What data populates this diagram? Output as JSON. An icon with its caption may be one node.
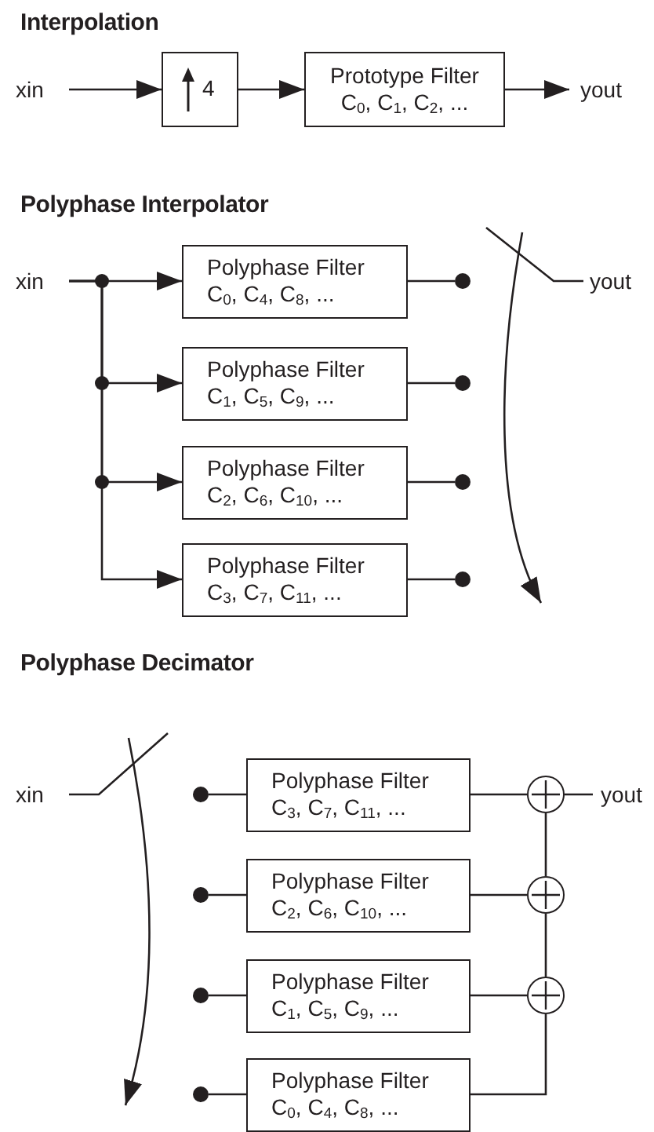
{
  "diagram": {
    "nodes": [
      {
        "text": [
          "xin"
        ]
      },
      {
        "text": [
          "4"
        ]
      },
      {
        "text": [
          "Prototype Filter",
          "C$_{0}$, C$_{1}$, C$_{2}$, ..."
        ]
      },
      {
        "text": [
          "yout"
        ]
      },
      {
        "text": [
          "xin"
        ]
      },
      {
        "text": [
          "Polyphase Filter",
          "C$_{0}$, C$_{4}$, C$_{8}$, ..."
        ]
      },
      {
        "text": [
          "Polyphase Filter",
          "C$_{1}$, C$_{5}$, C$_{9}$, ..."
        ]
      },
      {
        "text": [
          "Polyphase Filter",
          "C$_{2}$, C$_{6}$, C$_{10}$, ..."
        ]
      },
      {
        "text": [
          "Polyphase Filter",
          "C$_{3}$, C$_{7}$, C$_{11}$, ..."
        ]
      },
      {
        "text": [],
        "shape": "circle"
      },
      {
        "text": [],
        "shape": "circle"
      },
      {
        "text": [],
        "shape": "circle"
      },
      {
        "text": [],
        "shape": "circle"
      },
      {
        "text": [
          "yout"
        ]
      },
      {
        "text": [
          "xin"
        ]
      },
      {
        "text": [],
        "shape": "circle"
      },
      {
        "text": [],
        "shape": "circle"
      },
      {
        "text": [],
        "shape": "circle"
      },
      {
        "text": [],
        "shape": "circle"
      },
      {
        "text": [
          "Polyphase Filter",
          "C$_{3}$, C$_{7}$, C$_{11}$, ..."
        ]
      },
      {
        "text": [
          "Polyphase Filter",
          "C$_{2}$, C$_{6}$, C$_{10}$, ..."
        ]
      },
      {
        "text": [
          "Polyphase Filter",
          "C$_{1}$, C$_{5}$, C$_{9}$, ..."
        ]
      },
      {
        "text": [
          "Polyphase Filter",
          "C$_{0}$, C$_{4}$, C$_{8}$, ..."
        ]
      },
      {
        "text": [],
        "shape": "circle"
      },
      {
        "text": [],
        "shape": "circle"
      },
      {
        "text": [],
        "shape": "circle"
      },
      {
        "text": [
          "yout"
        ]
      }
    ],
    "edges": [
      {
        "from": 0,
        "to": 1,
        "arrow": "to"
      },
      {
        "from": 1,
        "to": 2,
        "arrow": "to"
      },
      {
        "from": 2,
        "to": 3,
        "arrow": "to"
      },
      {
        "from": 4,
        "to": 5,
        "arrow": "to"
      },
      {
        "from": 4,
        "to": 6,
        "arrow": "to"
      },
      {
        "from": 4,
        "to": 7,
        "arrow": "to"
      },
      {
        "from": 4,
        "to": 8,
        "arrow": "to"
      },
      {
        "from": 5,
        "to": 9,
        "arrow": "none"
      },
      {
        "from": 6,
        "to": 10,
        "arrow": "none"
      },
      {
        "from": 7,
        "to": 11,
        "arrow": "none"
      },
      {
        "from": 8,
        "to": 12,
        "arrow": "none"
      },
      {
        "from": 13,
        "to": null,
        "arrow": "none"
      },
      {
        "from": 14,
        "to": null,
        "arrow": "none"
      },
      {
        "from": 15,
        "to": 19,
        "arrow": "none"
      },
      {
        "from": 16,
        "to": 20,
        "arrow": "none"
      },
      {
        "from": 17,
        "to": 21,
        "arrow": "none"
      },
      {
        "from": 18,
        "to": 22,
        "arrow": "none"
      },
      {
        "from": 19,
        "to": 23,
        "arrow": "none"
      },
      {
        "from": 20,
        "to": 24,
        "arrow": "none"
      },
      {
        "from": 21,
        "to": 25,
        "arrow": "none"
      },
      {
        "from": 22,
        "to": 25,
        "arrow": "none"
      },
      {
        "from": 25,
        "to": 24,
        "arrow": "none"
      },
      {
        "from": 24,
        "to": 23,
        "arrow": "none"
      },
      {
        "from": 23,
        "to": 26,
        "arrow": "none"
      }
    ],
    "labels": [
      "Interpolation",
      "Polyphase Interpolator",
      "Polyphase Decimator"
    ]
  }
}
